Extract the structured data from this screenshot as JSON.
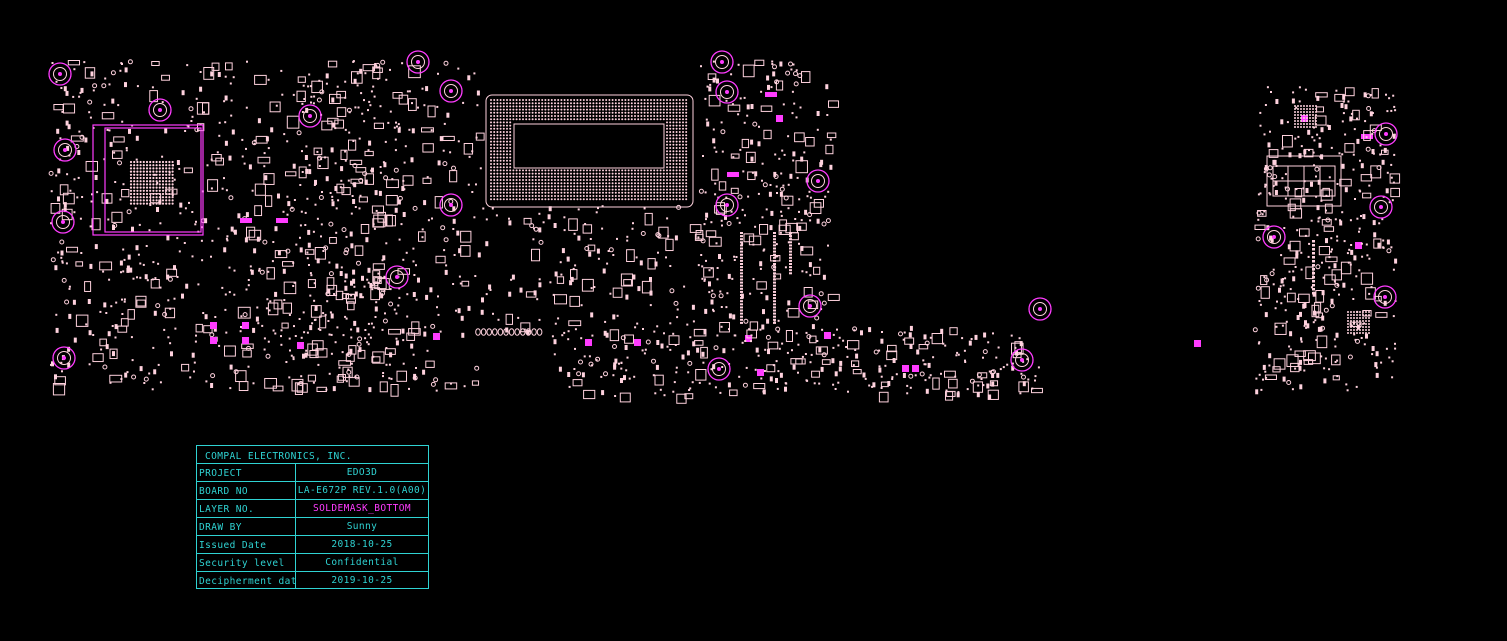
{
  "title_block": {
    "company": "COMPAL ELECTRONICS, INC.",
    "rows": [
      {
        "label": "PROJECT",
        "value": "EDO3D"
      },
      {
        "label": "BOARD NO",
        "value": "LA-E672P REV.1.0(A00)"
      },
      {
        "label": "LAYER NO.",
        "value": "SOLDEMASK_BOTTOM"
      },
      {
        "label": "DRAW BY",
        "value": "Sunny"
      },
      {
        "label": "Issued Date",
        "value": "2018-10-25"
      },
      {
        "label": "Security level",
        "value": "Confidential"
      },
      {
        "label": "Decipherment date",
        "value": "2019-10-25"
      }
    ]
  },
  "colors": {
    "background": "#000000",
    "pads": "#ffd2de",
    "magenta": "#ff3cff",
    "title_block": "#2fd3d3"
  }
}
